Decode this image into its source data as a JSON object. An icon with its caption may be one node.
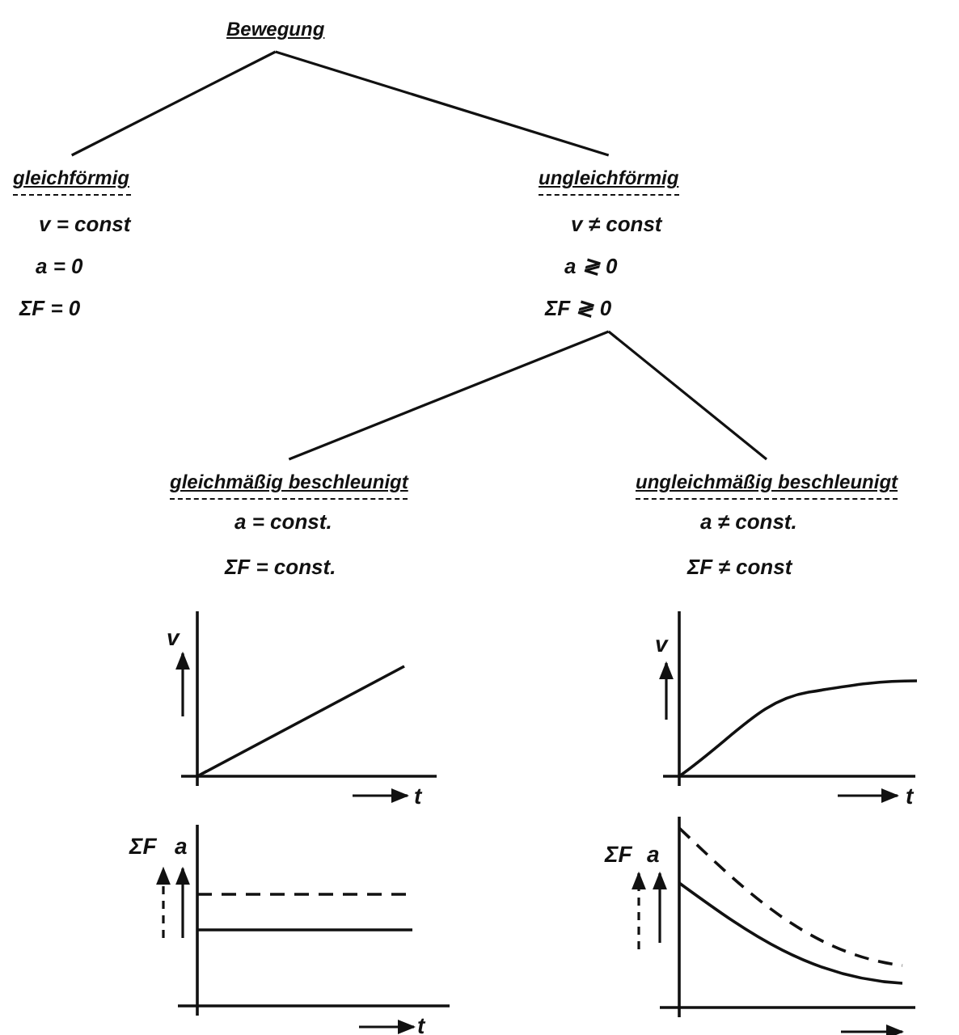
{
  "diagram": {
    "nodes": [
      {
        "text": [
          "Bewegung"
        ]
      },
      {
        "text": [
          "gleichförmig",
          "v = const",
          "a = 0",
          "ΣF = 0"
        ]
      },
      {
        "text": [
          "ungleichförmig",
          "v ≠ const",
          "a ≷ 0",
          "ΣF ≷ 0"
        ]
      },
      {
        "text": [
          "gleichmäßig beschleunigt",
          "a = const.",
          "ΣF = const."
        ]
      },
      {
        "text": [
          "ungleichmäßig beschleunigt",
          "a ≠ const.",
          "ΣF ≠ const"
        ]
      }
    ],
    "edges": [
      {
        "from": 0,
        "to": 1,
        "arrow": "none"
      },
      {
        "from": 0,
        "to": 2,
        "arrow": "none"
      },
      {
        "from": 2,
        "to": 3,
        "arrow": "none"
      },
      {
        "from": 2,
        "to": 4,
        "arrow": "none"
      }
    ],
    "labels": [
      "v",
      "t",
      "v",
      "t",
      "ΣF",
      "a",
      "t",
      "ΣF",
      "a"
    ]
  }
}
